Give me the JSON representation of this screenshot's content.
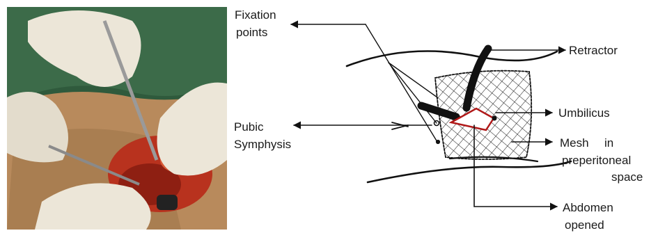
{
  "labels": {
    "fixation_line1": "Fixation",
    "fixation_line2": "points",
    "pubic_line1": "Pubic",
    "pubic_line2": "Symphysis",
    "retractor": "Retractor",
    "umbilicus": "Umbilicus",
    "mesh_line1": "Mesh",
    "mesh_line1b": "in",
    "mesh_line2": "preperitoneal",
    "mesh_line3": "space",
    "abdomen_line1": "Abdomen",
    "abdomen_line2": "opened"
  },
  "colors": {
    "line": "#111111",
    "umbilicus_outline": "#b01818",
    "drape_green": "#2f5a3c",
    "glove": "#ece6d8",
    "skin": "#b88a5c",
    "tissue_red": "#b8321e"
  }
}
